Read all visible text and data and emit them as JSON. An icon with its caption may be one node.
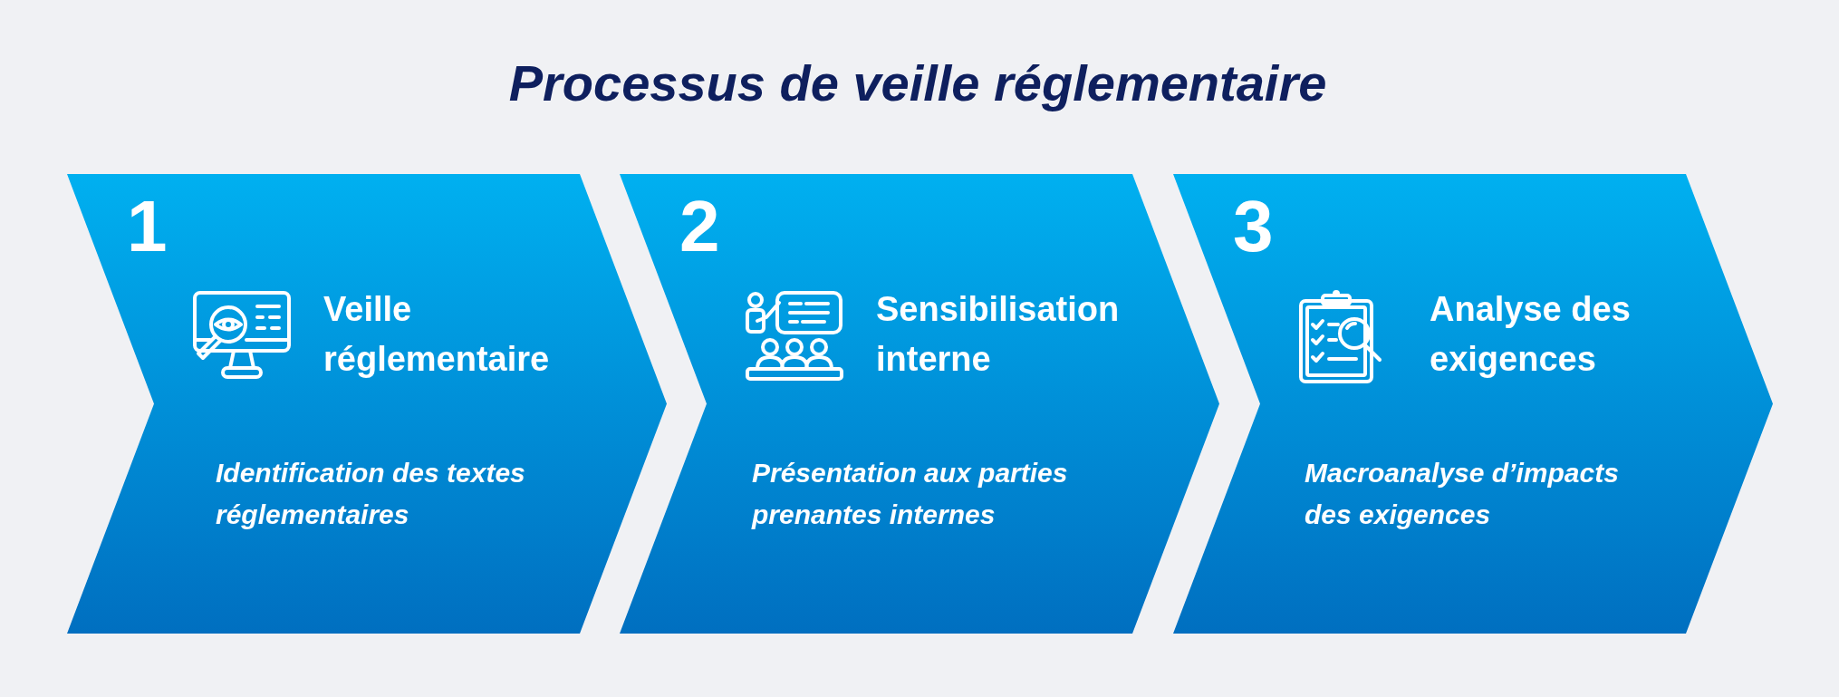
{
  "diagram": {
    "title": "Processus de veille réglementaire",
    "nodes": [
      {
        "text": [
          "1",
          "Veille réglementaire",
          "Identification des textes réglementaires"
        ]
      },
      {
        "text": [
          "2",
          "Sensibilisation interne",
          "Présentation aux parties prenantes internes"
        ]
      },
      {
        "text": [
          "3",
          "Analyse des exigences",
          "Macroanalyse d’impacts des exigences"
        ]
      }
    ]
  }
}
